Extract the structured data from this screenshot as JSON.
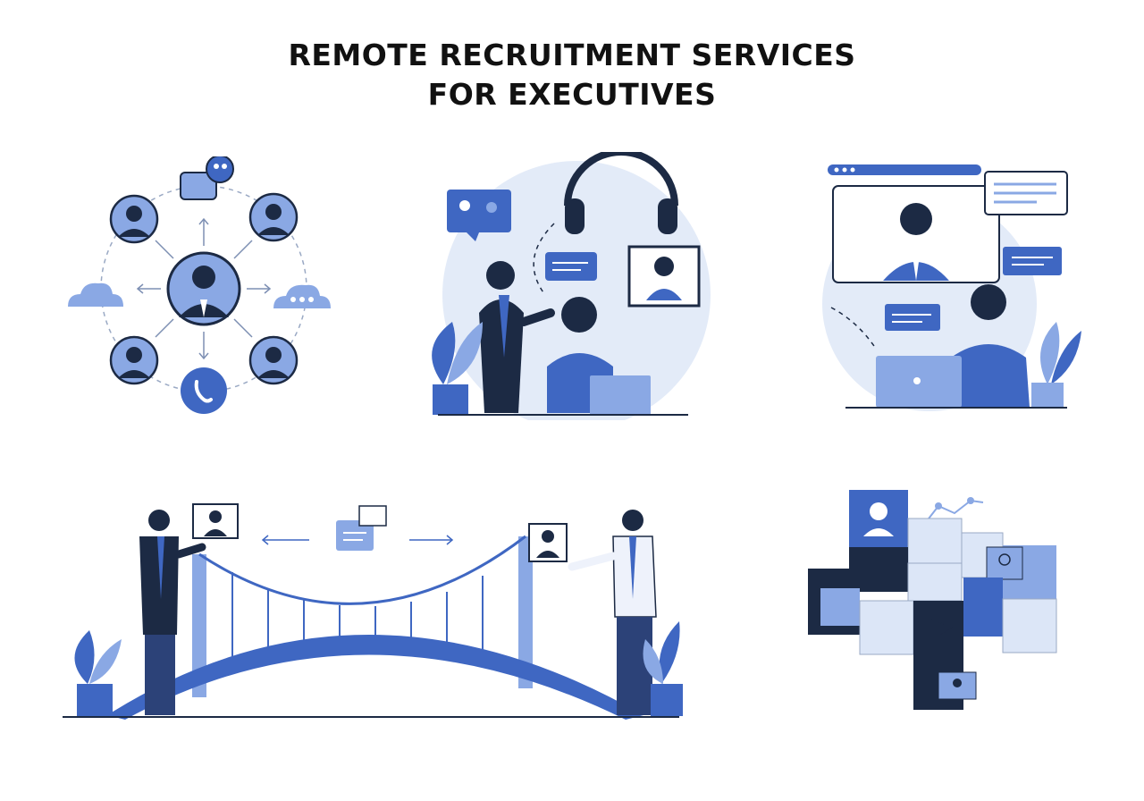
{
  "title": {
    "line1": "REMOTE RECRUITMENT SERVICES",
    "line2": "FOR EXECUTIVES"
  },
  "colors": {
    "primary": "#3f67c2",
    "light": "#8aa8e4",
    "pale": "#dce6f7",
    "navy": "#1c2a44",
    "dark": "#0f172a"
  },
  "illustrations": [
    {
      "name": "network-hub-illustration"
    },
    {
      "name": "virtual-meeting-headset-illustration"
    },
    {
      "name": "video-interview-illustration"
    },
    {
      "name": "bridge-connection-illustration"
    },
    {
      "name": "puzzle-pieces-illustration"
    }
  ]
}
